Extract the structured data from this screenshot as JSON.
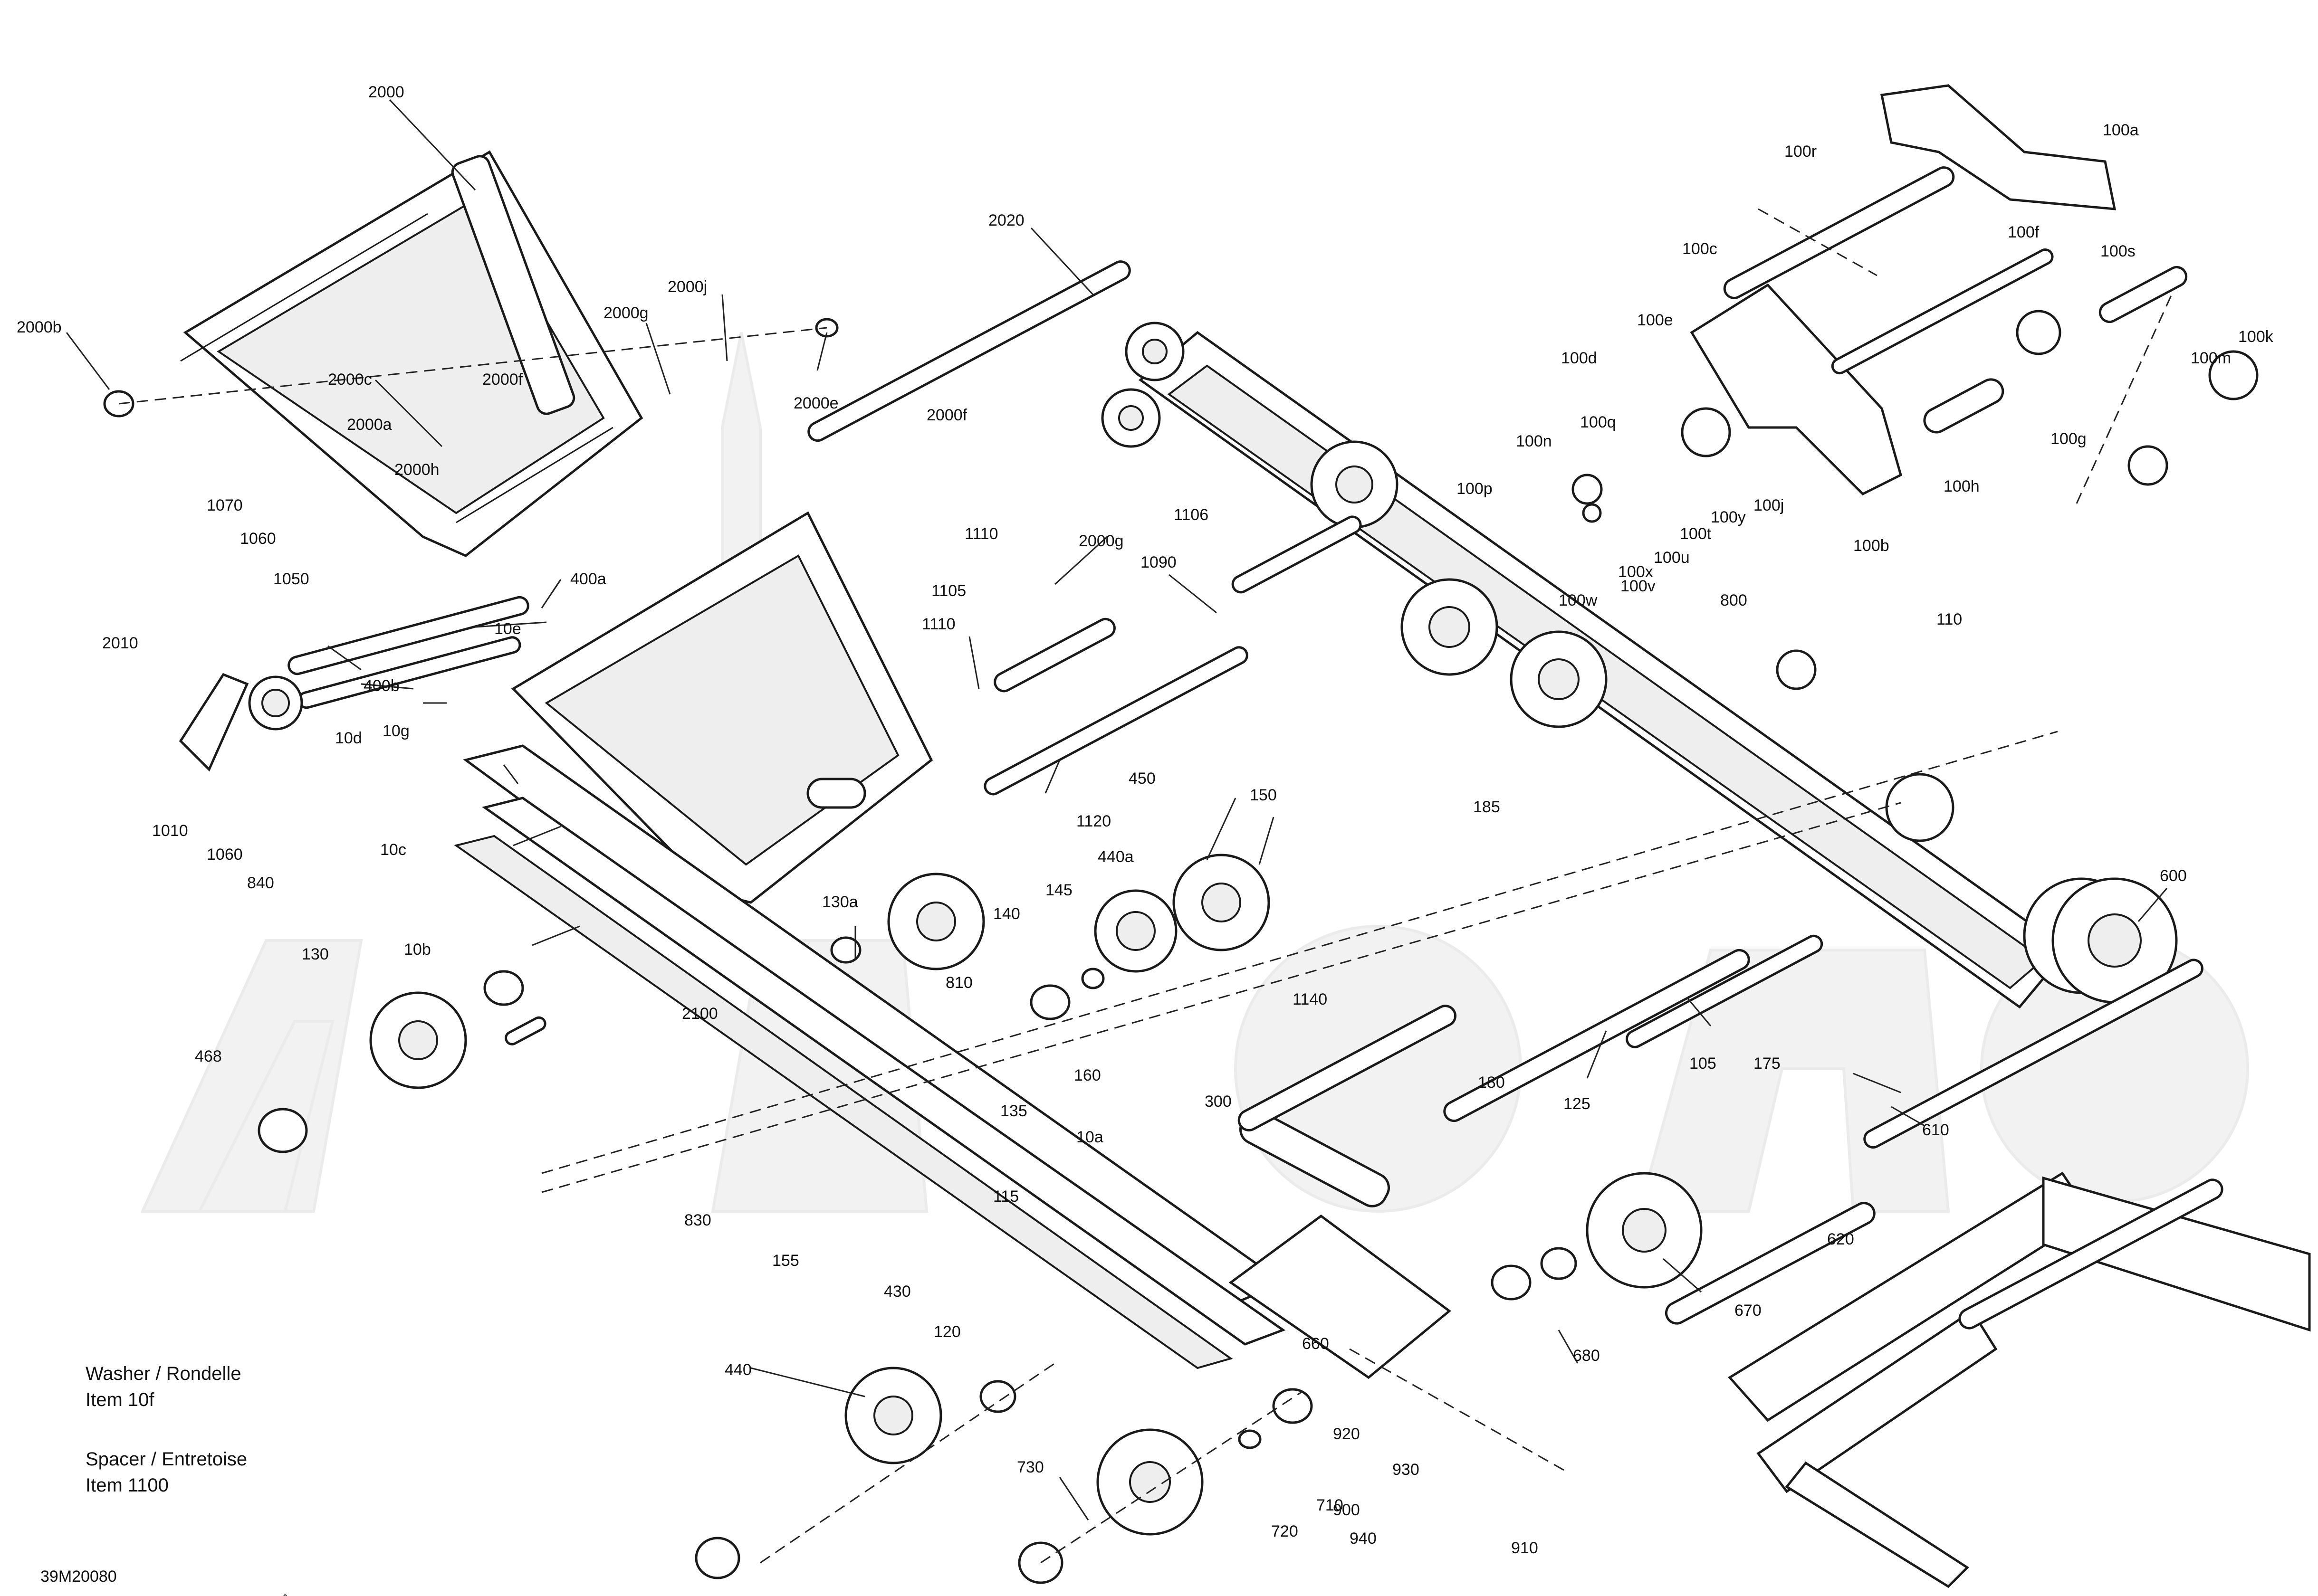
{
  "document_code": "39M20080",
  "notes": [
    {
      "line1": "Washer / Rondelle",
      "line2": "Item 10f"
    },
    {
      "line1": "Spacer / Entretoise",
      "line2": "Item 1100"
    }
  ],
  "callouts": [
    "2000",
    "2000b",
    "2000c",
    "2000a",
    "2000h",
    "2000f",
    "2000g",
    "2000j",
    "2000e",
    "2020",
    "2000f",
    "1110",
    "2000g",
    "1106",
    "1090",
    "1105",
    "1110",
    "1120",
    "1070",
    "1060",
    "1050",
    "400a",
    "2010",
    "400b",
    "10e",
    "1010",
    "1060",
    "840",
    "10d",
    "10g",
    "10c",
    "10b",
    "130",
    "468",
    "130a",
    "140",
    "145",
    "440a",
    "450",
    "150",
    "810",
    "2100",
    "160",
    "135",
    "300",
    "10a",
    "830",
    "155",
    "115",
    "430",
    "120",
    "440",
    "660",
    "730",
    "710",
    "720",
    "920",
    "930",
    "900",
    "940",
    "910",
    "680",
    "670",
    "1140",
    "180",
    "125",
    "105",
    "175",
    "620",
    "610",
    "600",
    "185",
    "110",
    "800",
    "100r",
    "100a",
    "100c",
    "100f",
    "100s",
    "100e",
    "100d",
    "100q",
    "100n",
    "100p",
    "100j",
    "100y",
    "100t",
    "100u",
    "100x",
    "100v",
    "100w",
    "100b",
    "100h",
    "100g",
    "100m",
    "100k"
  ]
}
